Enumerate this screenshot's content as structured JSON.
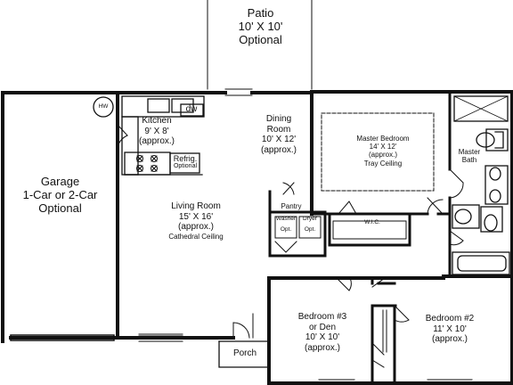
{
  "rooms": {
    "patio": {
      "name": "Patio",
      "size": "10' X 10'",
      "note": "Optional"
    },
    "garage": {
      "name": "Garage",
      "line2": "1-Car or 2-Car",
      "note": "Optional"
    },
    "kitchen": {
      "name": "Kitchen",
      "size": "9' X 8'",
      "note": "(approx.)"
    },
    "dining": {
      "name": "Dining",
      "name2": "Room",
      "size": "10' X 12'",
      "note": "(approx.)"
    },
    "living": {
      "name": "Living Room",
      "size": "15' X 16'",
      "note": "(approx.)",
      "extra": "Cathedral Ceiling"
    },
    "master": {
      "name": "Master Bedroom",
      "size": "14' X 12'",
      "note": "(approx.)",
      "extra": "Tray Ceiling"
    },
    "master_bath": {
      "name": "Master",
      "name2": "Bath"
    },
    "bedroom3": {
      "name": "Bedroom #3",
      "name2": "or Den",
      "size": "10' X 10'",
      "note": "(approx.)"
    },
    "bedroom2": {
      "name": "Bedroom #2",
      "size": "11' X 10'",
      "note": "(approx.)"
    },
    "porch": {
      "name": "Porch"
    }
  },
  "fixtures": {
    "hw": "HW",
    "dw": "dw",
    "refrig": "Refrig.",
    "refrig_note": "Optional",
    "pantry": "Pantry",
    "washer": "Washer",
    "dryer": "Dryer",
    "washer_opt": "Opt.",
    "dryer_opt": "Opt.",
    "wic": "W.I.C."
  }
}
